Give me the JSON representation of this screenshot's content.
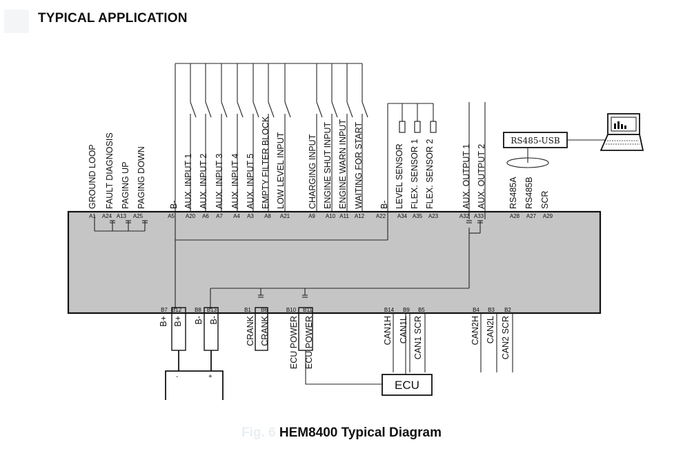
{
  "title": "TYPICAL APPLICATION",
  "caption": {
    "fig": "Fig. 6",
    "text": "HEM8400 Typical Diagram"
  },
  "top_labels": [
    "GROUND LOOP",
    "FAULT DIAGNOSIS",
    "PAGING UP",
    "PAGING DOWN",
    "B-",
    "AUX. INPUT 1",
    "AUX. INPUT 2",
    "AUX. INPUT 3",
    "AUX. INPUT 4",
    "AUX. INPUT 5",
    "EMPTY FILTER BLOCK",
    "LOW LEVEL INPUT",
    "CHARGING INPUT",
    "ENGINE SHUT INPUT",
    "ENGINE WARN INPUT",
    "WAITING FOR START",
    "B-",
    "LEVEL SENSOR",
    "FLEX. SENSOR 1",
    "FLEX. SENSOR 2",
    "AUX. OUTPUT 1",
    "AUX. OUTPUT 2",
    "RS485A",
    "RS485B",
    "SCR"
  ],
  "top_pins": [
    "A1",
    "A24",
    "A13",
    "A25",
    "A5",
    "A20",
    "A6",
    "A7",
    "A4",
    "A3",
    "A8",
    "A21",
    "A9",
    "A10",
    "A11",
    "A12",
    "A22",
    "A34",
    "A35",
    "A23",
    "A32",
    "A33",
    "A28",
    "A27",
    "A29"
  ],
  "bottom_pins": [
    "B7",
    "B12",
    "B8",
    "B13",
    "B1",
    "B6",
    "B10",
    "B11",
    "B14",
    "B9",
    "B5",
    "B4",
    "B3",
    "B2"
  ],
  "bottom_labels": [
    "B+",
    "B+",
    "B-",
    "B-",
    "CRANK",
    "CRANK",
    "ECU POWER",
    "ECU POWER",
    "CAN1H",
    "CAN1L",
    "CAN1 SCR",
    "CAN2H",
    "CAN2L",
    "CAN2 SCR"
  ],
  "boxes": {
    "rs485": "RS485-USB",
    "ecu": "ECU"
  },
  "battery": {
    "neg": "-",
    "pos": "+"
  }
}
